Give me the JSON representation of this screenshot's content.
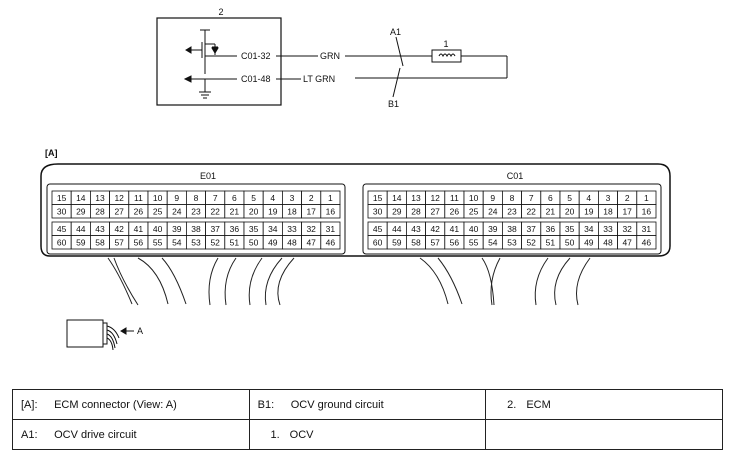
{
  "schematic": {
    "ecm_label": "2",
    "terminal_1": "C01-32",
    "terminal_2": "C01-48",
    "wire_1": "GRN",
    "wire_2": "LT GRN",
    "point_a": "A1",
    "point_b": "B1",
    "ocv_label": "1"
  },
  "connector": {
    "view_label": "[A]",
    "left_name": "E01",
    "right_name": "C01",
    "upper_rows": [
      [
        "15",
        "14",
        "13",
        "12",
        "11",
        "10",
        "9",
        "8",
        "7",
        "6",
        "5",
        "4",
        "3",
        "2",
        "1"
      ],
      [
        "30",
        "29",
        "28",
        "27",
        "26",
        "25",
        "24",
        "23",
        "22",
        "21",
        "20",
        "19",
        "18",
        "17",
        "16"
      ]
    ],
    "lower_rows": [
      [
        "45",
        "44",
        "43",
        "42",
        "41",
        "40",
        "39",
        "38",
        "37",
        "36",
        "35",
        "34",
        "33",
        "32",
        "31"
      ],
      [
        "60",
        "59",
        "58",
        "57",
        "56",
        "55",
        "54",
        "53",
        "52",
        "51",
        "50",
        "49",
        "48",
        "47",
        "46"
      ]
    ],
    "view_arrow_label": "A"
  },
  "legend": {
    "row1": {
      "c1": {
        "key": "[A]:",
        "text": "ECM connector (View: A)"
      },
      "c2": {
        "key": "B1:",
        "text": "OCV ground circuit"
      },
      "c3": {
        "key": "2.",
        "text": "ECM"
      }
    },
    "row2": {
      "c1": {
        "key": "A1:",
        "text": "OCV drive circuit"
      },
      "c2": {
        "key": "1.",
        "text": "OCV"
      },
      "c3": {
        "key": "",
        "text": ""
      }
    }
  }
}
